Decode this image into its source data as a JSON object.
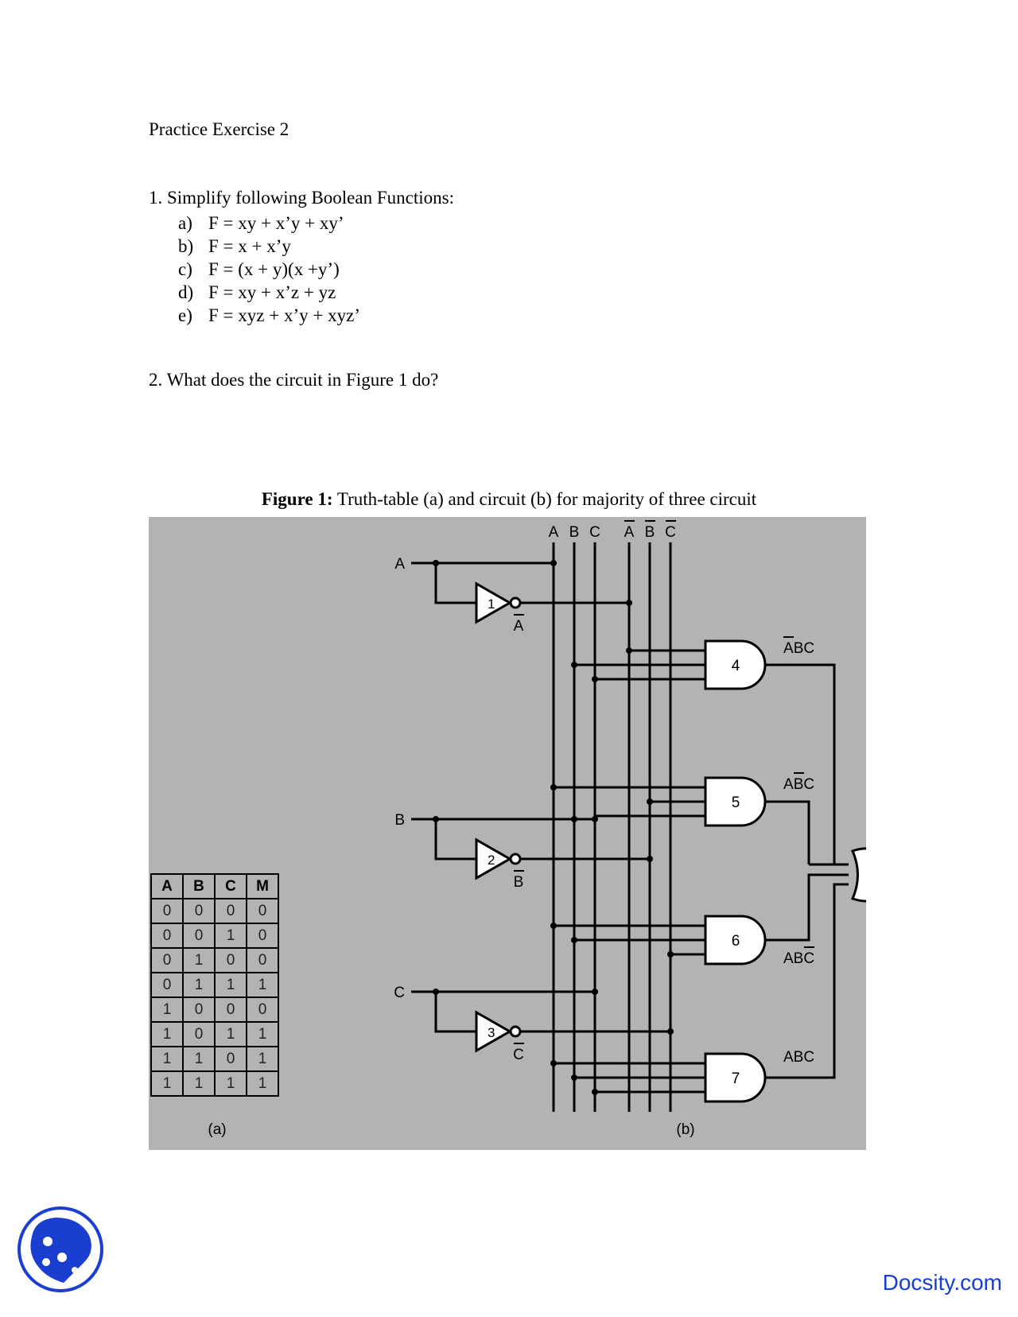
{
  "doc": {
    "title": "Practice Exercise 2",
    "q1": "1. Simplify following Boolean Functions:",
    "items": [
      {
        "label": "a)",
        "text": "F = xy + x’y + xy’"
      },
      {
        "label": "b)",
        "text": "F = x + x’y"
      },
      {
        "label": "c)",
        "text": "F = (x + y)(x +y’)"
      },
      {
        "label": "d)",
        "text": "F = xy + x’z + yz"
      },
      {
        "label": "e)",
        "text": "F = xyz + x’y + xyz’"
      }
    ],
    "q2": "2. What does the circuit in Figure 1 do?",
    "caption_bold": "Figure 1:",
    "caption_rest": " Truth-table (a) and circuit (b) for majority of three circuit"
  },
  "figure": {
    "bus_labels": [
      "A",
      "B",
      "C",
      "A",
      "B",
      "C"
    ],
    "inputs": [
      "A",
      "B",
      "C"
    ],
    "inverters": [
      {
        "num": "1",
        "out": "A"
      },
      {
        "num": "2",
        "out": "B"
      },
      {
        "num": "3",
        "out": "C"
      }
    ],
    "and_gates": [
      {
        "num": "4",
        "out_a": "A",
        "out_b": "BC"
      },
      {
        "num": "5",
        "out_a": "A",
        "out_b": "B",
        "out_c": "C"
      },
      {
        "num": "6",
        "out_a": "AB",
        "out_b": "C"
      },
      {
        "num": "7",
        "out": "ABC"
      }
    ],
    "label_a": "(a)",
    "label_b": "(b)",
    "truth_table": {
      "headers": [
        "A",
        "B",
        "C",
        "M"
      ],
      "rows": [
        [
          "0",
          "0",
          "0",
          "0"
        ],
        [
          "0",
          "0",
          "1",
          "0"
        ],
        [
          "0",
          "1",
          "0",
          "0"
        ],
        [
          "0",
          "1",
          "1",
          "1"
        ],
        [
          "1",
          "0",
          "0",
          "0"
        ],
        [
          "1",
          "0",
          "1",
          "1"
        ],
        [
          "1",
          "1",
          "0",
          "1"
        ],
        [
          "1",
          "1",
          "1",
          "1"
        ]
      ]
    }
  },
  "footer": {
    "brand": "Docsity.com"
  }
}
